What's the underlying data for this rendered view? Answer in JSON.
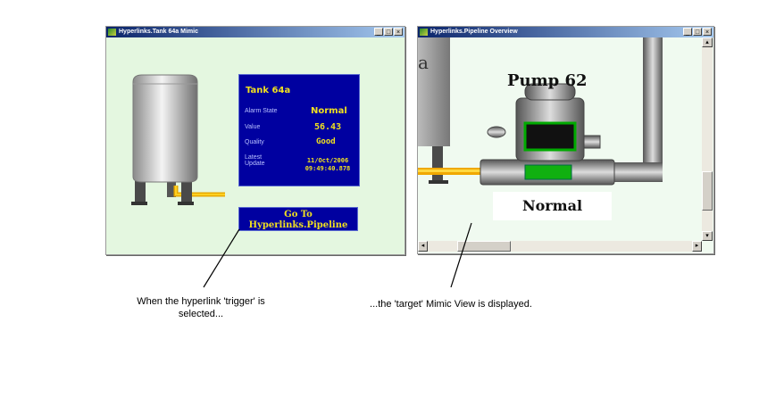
{
  "tank_window": {
    "title": "Hyperlinks.Tank 64a Mimic",
    "panel": {
      "title": "Tank 64a",
      "rows": [
        {
          "label": "Alarm State",
          "value": "Normal"
        },
        {
          "label": "Value",
          "value": "56.43"
        },
        {
          "label": "Quality",
          "value": "Good"
        },
        {
          "label": "Latest Update",
          "value": "11/Oct/2006 09:49:40.878"
        }
      ]
    },
    "link_button": "Go To Hyperlinks.Pipeline"
  },
  "pipeline_window": {
    "title": "Hyperlinks.Pipeline Overview",
    "pump_label": "Pump 62",
    "status": "Normal",
    "partial_tank_text": "a"
  },
  "captions": {
    "left": "When the hyperlink 'trigger' is selected...",
    "right": "...the 'target' Mimic View is displayed."
  },
  "colors": {
    "panel": "#0000a0",
    "value_text": "#f0e020",
    "background": "#e4f7e0"
  }
}
